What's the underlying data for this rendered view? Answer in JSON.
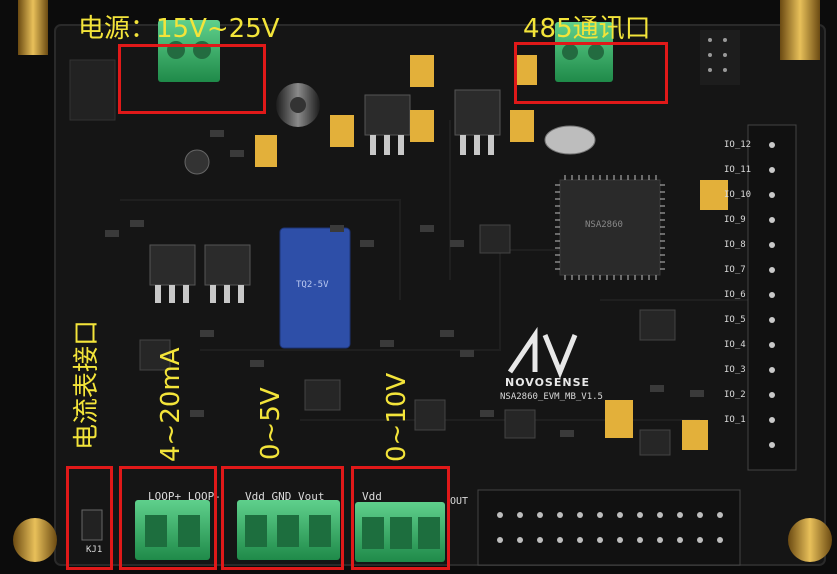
{
  "annotations": {
    "power": "电源：15V~25V",
    "rs485": "485通讯口",
    "meter_port": "电流表接口",
    "range_4_20ma": "4~20mA",
    "range_0_5v": "0~5V",
    "range_0_10v": "0~10V"
  },
  "silkscreen": {
    "loop_labels": "LOOP+ LOOP-",
    "vdd_gnd_vout": "Vdd GND Vout",
    "vdd_out": "Vdd",
    "out": "OUT",
    "brand": "NOVOSENSE",
    "board_id": "NSA2860_EVM_MB_V1.5",
    "chip_text": "NSA2860",
    "relay_text": "TQ2-5V",
    "kj1": "KJ1",
    "io_labels": [
      "IO_12",
      "IO_11",
      "IO_10",
      "IO_9",
      "IO_8",
      "IO_7",
      "IO_6",
      "IO_5",
      "IO_4",
      "IO_3",
      "IO_2",
      "IO_1"
    ]
  },
  "colors": {
    "annotation_box": "#e01919",
    "annotation_text": "#f3e43a",
    "board": "#121212",
    "terminal": "#2fae62"
  }
}
